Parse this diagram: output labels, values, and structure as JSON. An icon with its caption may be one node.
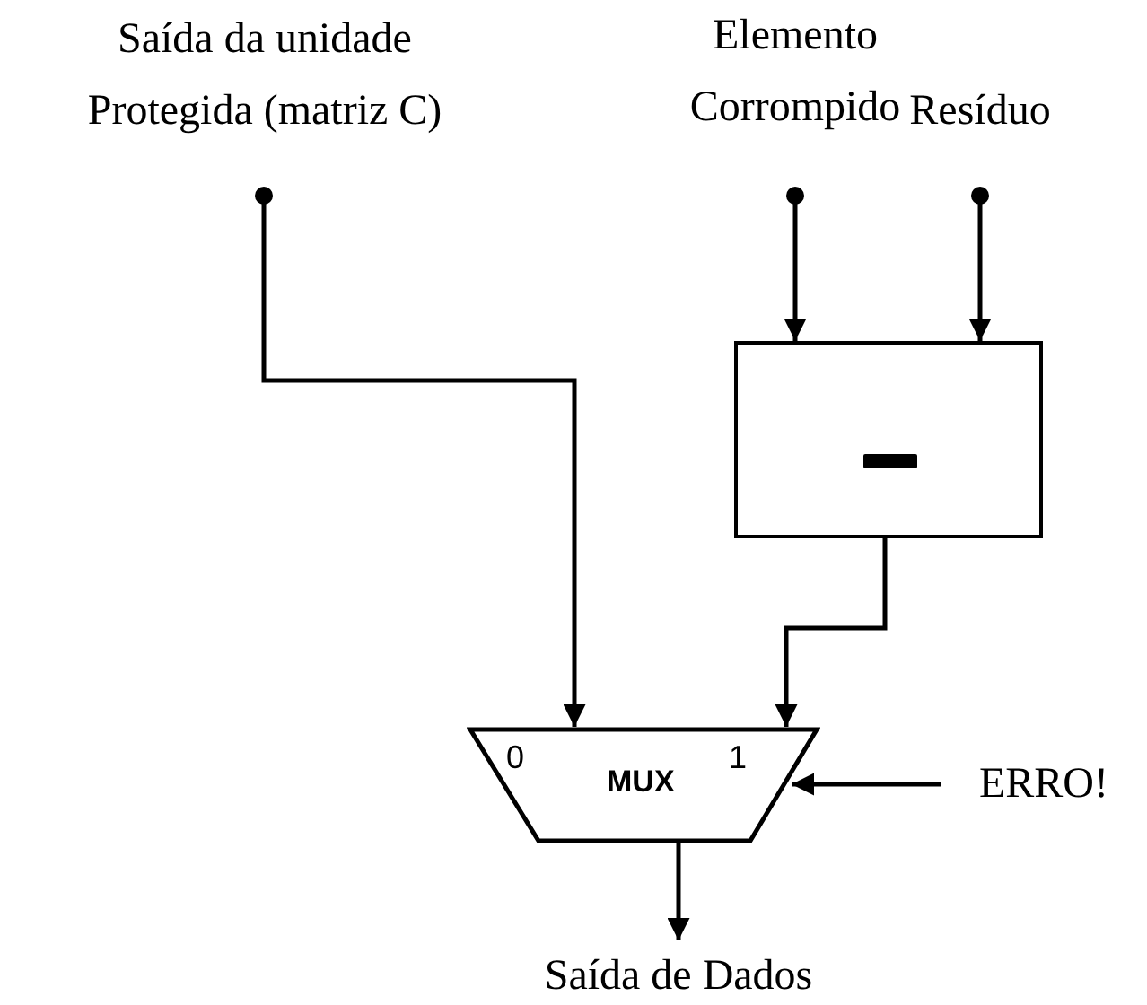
{
  "diagram": {
    "nodes": [
      {
        "text": [
          "Saída da unidade Protegida (matriz C)"
        ]
      },
      {
        "text": [
          "Elemento Corrompido"
        ]
      },
      {
        "text": [
          "Resíduo"
        ]
      },
      {
        "text": [],
        "shape": "box"
      },
      {
        "text": [
          "0",
          "MUX",
          "1"
        ]
      },
      {
        "text": [
          "ERRO!"
        ]
      },
      {
        "text": [
          "Saída de Dados"
        ]
      }
    ],
    "edges": [
      {
        "from": 0,
        "to": 4,
        "arrow": "to"
      },
      {
        "from": 1,
        "to": 3,
        "arrow": "to"
      },
      {
        "from": 2,
        "to": 3,
        "arrow": "to"
      },
      {
        "from": 3,
        "to": 4,
        "arrow": "to"
      },
      {
        "from": 5,
        "to": 4,
        "arrow": "to"
      },
      {
        "from": 4,
        "to": 6,
        "arrow": "to"
      }
    ]
  }
}
